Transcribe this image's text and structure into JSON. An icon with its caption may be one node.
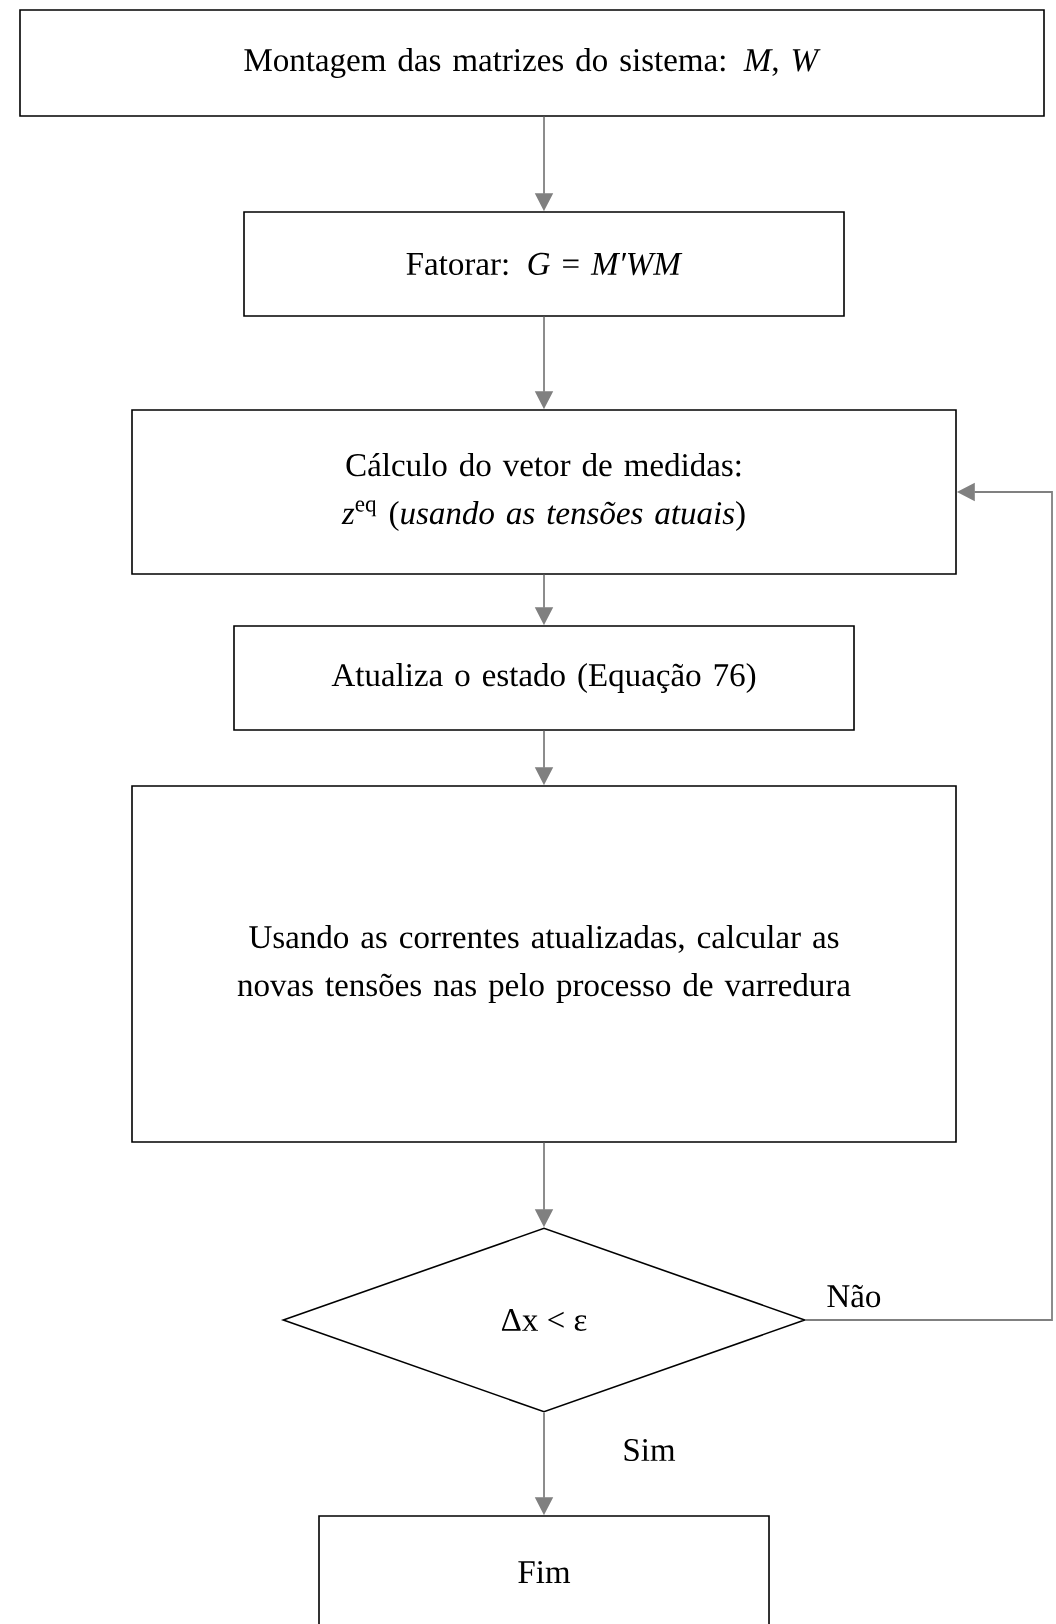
{
  "diagram": {
    "nodes": [
      {
        "text": [
          "Montagem das matrizes do sistema: *M*, *W*"
        ]
      },
      {
        "text": [
          "Fatorar: *G* = *M′WM*"
        ]
      },
      {
        "text": [
          "Cálculo do vetor de medidas: *z*$^{eq}$ (*usando as tensões atuais*)"
        ]
      },
      {
        "text": [
          "Atualiza o estado (Equação 76)"
        ]
      },
      {
        "text": [
          "Usando as correntes atualizadas, calcular as novas tensões nas pelo processo de varredura"
        ]
      },
      {
        "text": [
          "Δx < ε"
        ]
      },
      {
        "text": [
          "Fim"
        ]
      }
    ],
    "edges": [
      {
        "from": 0,
        "to": 1,
        "arrow": "to"
      },
      {
        "from": 1,
        "to": 2,
        "arrow": "to"
      },
      {
        "from": 2,
        "to": 3,
        "arrow": "to"
      },
      {
        "from": 3,
        "to": 4,
        "arrow": "to"
      },
      {
        "from": 4,
        "to": 5,
        "arrow": "to"
      },
      {
        "from": 5,
        "to": 6,
        "arrow": "to",
        "label": "Sim"
      },
      {
        "from": 5,
        "to": 2,
        "arrow": "to",
        "label": "Não"
      }
    ]
  }
}
